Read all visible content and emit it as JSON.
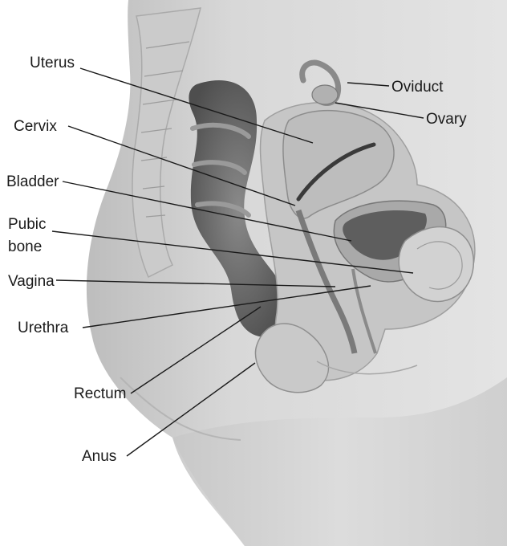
{
  "labels": {
    "uterus": "Uterus",
    "oviduct": "Oviduct",
    "ovary": "Ovary",
    "cervix": "Cervix",
    "bladder": "Bladder",
    "pubic_bone_line1": "Pubic",
    "pubic_bone_line2": "bone",
    "vagina": "Vagina",
    "urethra": "Urethra",
    "rectum": "Rectum",
    "anus": "Anus"
  },
  "colors": {
    "background": "#ffffff",
    "body_fill": "#d6d6d6",
    "body_shade": "#c2c2c2",
    "organ_fill": "#b8b8b8",
    "organ_dark": "#5a5a5a",
    "spine_fill": "#cfcfcf",
    "label_text": "#1a1a1a"
  }
}
